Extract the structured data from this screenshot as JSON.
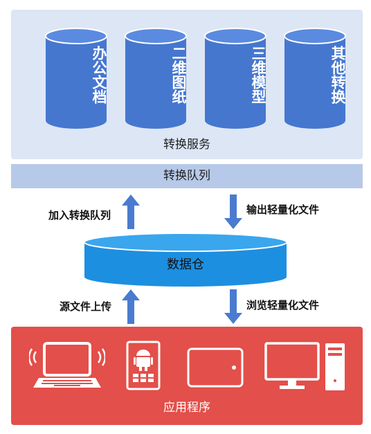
{
  "service": {
    "title": "转换服务",
    "items": [
      "办公文档",
      "二维图纸",
      "三维模型",
      "其他转换"
    ]
  },
  "queue": {
    "label": "转换队列"
  },
  "edges": {
    "add_to_queue": "加入转换队列",
    "output_light": "输出轻量化文件",
    "source_upload": "源文件上传",
    "browse_light": "浏览轻量化文件"
  },
  "database": {
    "label": "数据仓"
  },
  "apps": {
    "title": "应用程序"
  },
  "colors": {
    "service_bg": "#dde6f5",
    "cylinder": "#4677cf",
    "queue_bg": "#b7c9e8",
    "arrow": "#4a7bd0",
    "database": "#1d8fe0",
    "apps_bg": "#e34f4a"
  }
}
